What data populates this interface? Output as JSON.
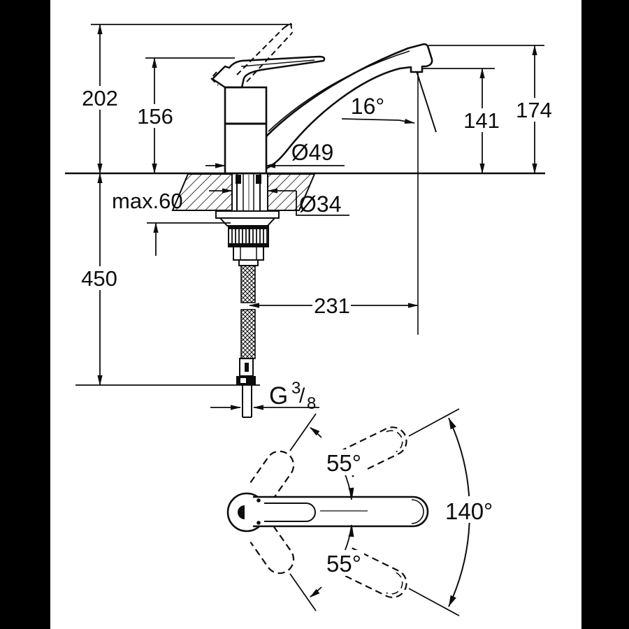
{
  "drawing": {
    "side_view": {
      "total_height_left": "202",
      "handle_height": "156",
      "hose_length": "450",
      "deck_thickness_max": "max.60",
      "base_diameter": "Ø49",
      "hole_diameter": "Ø34",
      "spout_tilt": "16°",
      "outlet_height": "141",
      "spout_height": "174",
      "spout_reach": "231",
      "thread": {
        "g": "G",
        "num": "3",
        "slash": "/",
        "den": "8"
      }
    },
    "top_view": {
      "handle_swing_up": "55°",
      "handle_swing_down": "55°",
      "total_arc": "140°"
    }
  }
}
